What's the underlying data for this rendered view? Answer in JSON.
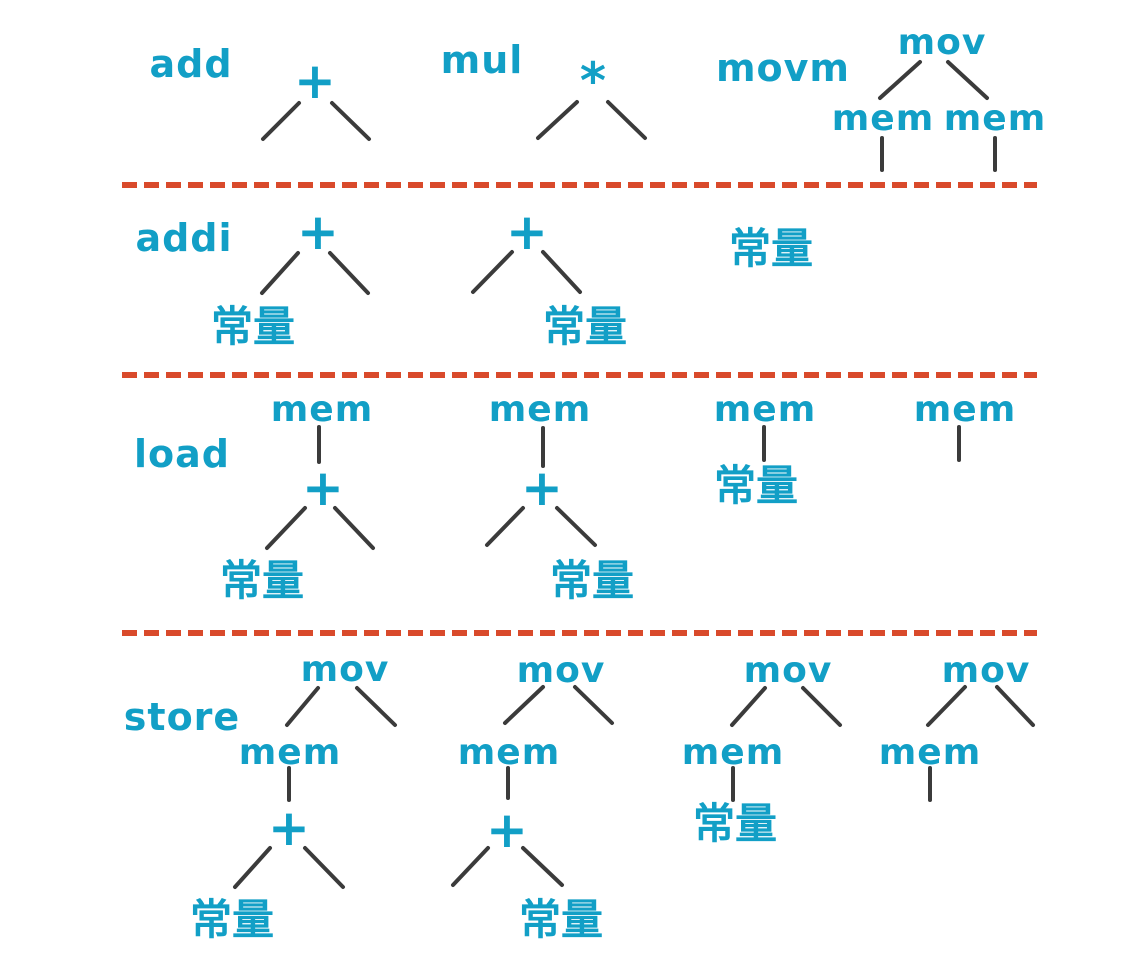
{
  "colors": {
    "node_text": "#129fc6",
    "edge": "#3b3b3b",
    "divider": "#d94a2b",
    "background": "#ffffff"
  },
  "glyphs": {
    "plus": "+",
    "star": "*",
    "mov": "mov",
    "mem": "mem",
    "const": "常量"
  },
  "instructions": [
    {
      "label": "add",
      "trees": [
        "(+ _ _)"
      ]
    },
    {
      "label": "mul",
      "trees": [
        "(* _ _)"
      ]
    },
    {
      "label": "movm",
      "trees": [
        "(mov (mem _) (mem _))"
      ]
    },
    {
      "label": "addi",
      "trees": [
        "(+ 常量 _)",
        "(+ _ 常量)",
        "常量"
      ]
    },
    {
      "label": "load",
      "trees": [
        "(mem (+ 常量 _))",
        "(mem (+ _ 常量))",
        "(mem 常量)",
        "(mem _)"
      ]
    },
    {
      "label": "store",
      "trees": [
        "(mov (mem (+ 常量 _)) _)",
        "(mov (mem (+ _ 常量)) _)",
        "(mov (mem 常量) _)",
        "(mov (mem _) _)"
      ]
    }
  ]
}
